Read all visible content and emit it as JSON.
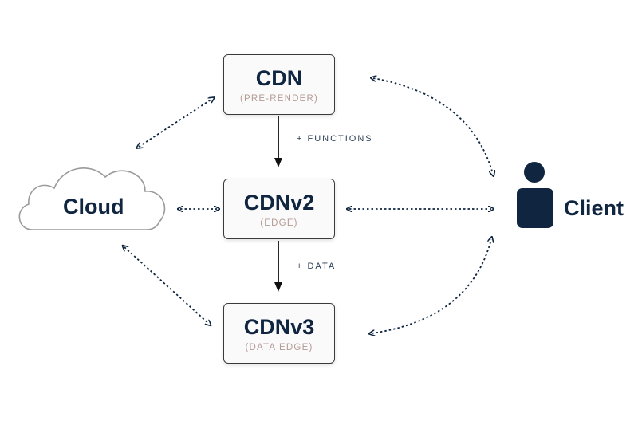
{
  "nodes": {
    "cdn": {
      "title": "CDN",
      "subtitle": "(PRE-RENDER)"
    },
    "cdnv2": {
      "title": "CDNv2",
      "subtitle": "(EDGE)"
    },
    "cdnv3": {
      "title": "CDNv3",
      "subtitle": "(DATA EDGE)"
    },
    "cloud": {
      "label": "Cloud"
    },
    "client": {
      "label": "Client"
    }
  },
  "edges": {
    "cdn_to_cdnv2": "+ FUNCTIONS",
    "cdnv2_to_cdnv3": "+ DATA"
  },
  "colors": {
    "navy": "#0f2540",
    "subtitle": "#b59a94",
    "box_border": "#3a3a3a",
    "cloud_stroke": "#9a9a9a"
  },
  "icons": {
    "cloud": "cloud-icon",
    "client": "person-icon"
  }
}
